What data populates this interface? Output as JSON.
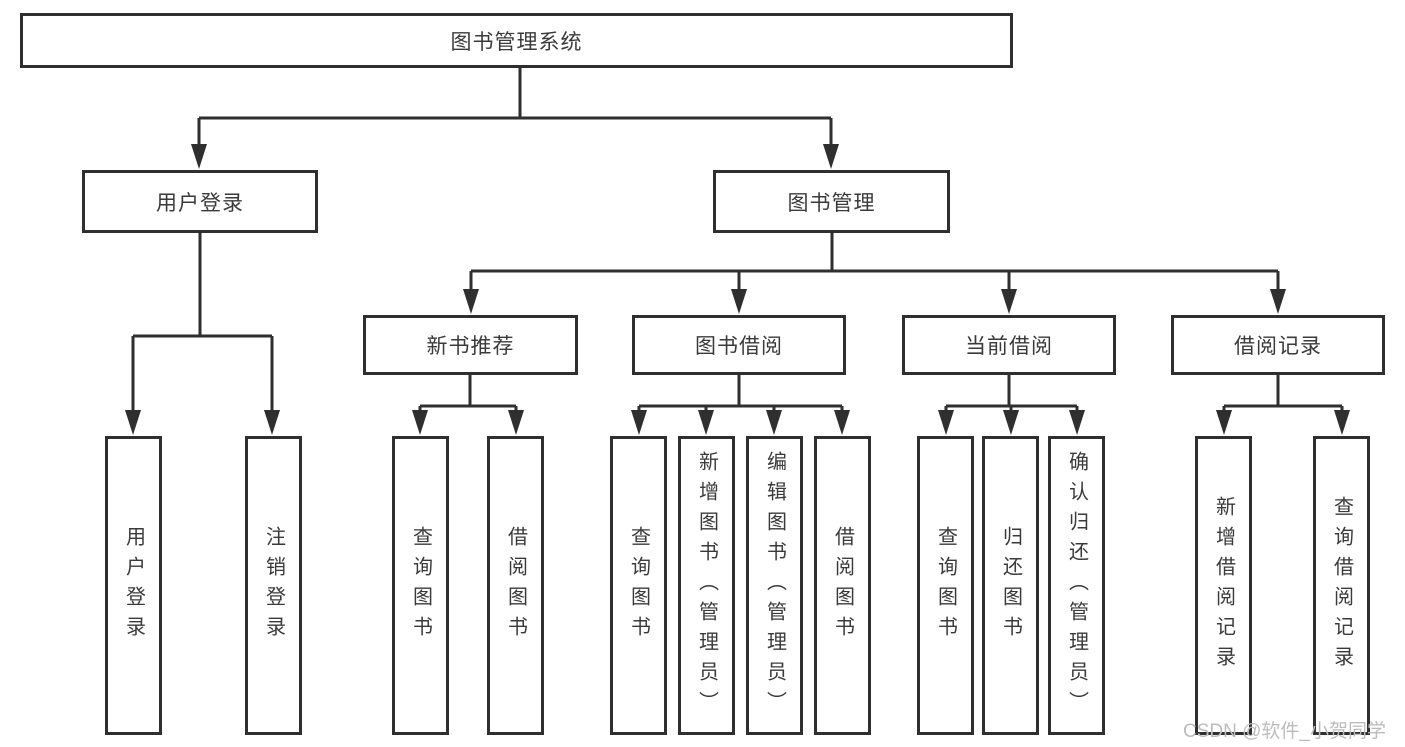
{
  "diagram": {
    "title_note": "library management system function structure",
    "root": {
      "label": "图书管理系统"
    },
    "children": [
      {
        "label": "用户登录",
        "children": [
          {
            "label": "用户登录"
          },
          {
            "label": "注销登录"
          }
        ]
      },
      {
        "label": "图书管理",
        "children": [
          {
            "label": "新书推荐",
            "children": [
              {
                "label": "查询图书"
              },
              {
                "label": "借阅图书"
              }
            ]
          },
          {
            "label": "图书借阅",
            "children": [
              {
                "label": "查询图书"
              },
              {
                "label": "新增图书（管理员）"
              },
              {
                "label": "编辑图书（管理员）"
              },
              {
                "label": "借阅图书"
              }
            ]
          },
          {
            "label": "当前借阅",
            "children": [
              {
                "label": "查询图书"
              },
              {
                "label": "归还图书"
              },
              {
                "label": "确认归还（管理员）"
              }
            ]
          },
          {
            "label": "借阅记录",
            "children": [
              {
                "label": "新增借阅记录"
              },
              {
                "label": "查询借阅记录"
              }
            ]
          }
        ]
      }
    ]
  },
  "watermark": "CSDN @软件_小贺同学",
  "colors": {
    "line": "#2f2f2f",
    "text": "#3a3a3a",
    "watermark": "#bcbcbc",
    "background": "#ffffff"
  }
}
